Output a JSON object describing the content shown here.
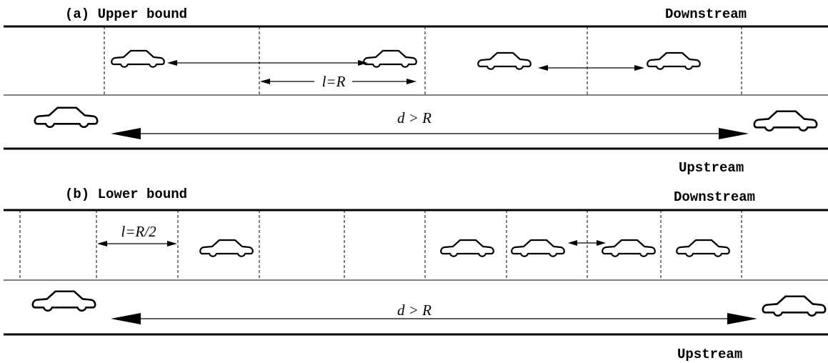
{
  "panel_a": {
    "title": "(a) Upper bound",
    "downstream_label": "Downstream",
    "upstream_label": "Upstream",
    "segment_label": "l=R",
    "distance_label": "d > R"
  },
  "panel_b": {
    "title": "(b) Lower bound",
    "downstream_label": "Downstream",
    "upstream_label": "Upstream",
    "segment_label": "l=R/2",
    "distance_label": "d > R"
  }
}
